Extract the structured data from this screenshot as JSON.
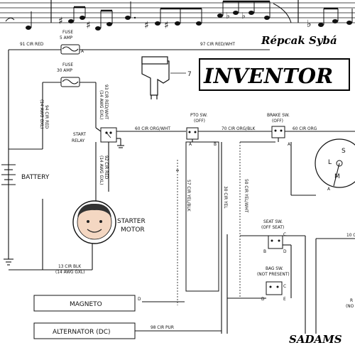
{
  "music": {
    "symbol": "music-staff"
  },
  "labels": {
    "wire_91": "91 CIR RED",
    "fuse5": "FUSE",
    "fuse5_amp": "5 AMP",
    "wire_97": "97 CIR RED/WHT",
    "signature_top": "Répcak Sybá",
    "fuse30": "FUSE",
    "fuse30_amp": "30 AMP",
    "callout_num": "7",
    "inventor": "INVENTOR",
    "wire_94a": "94 CIR RED",
    "wire_94b": "(14 AWG GXL)",
    "wire_93a": "93 CIR RED/WHT",
    "wire_93b": "(14 AWG GXL)",
    "start_relay_1": "START",
    "start_relay_2": "RELAY",
    "wire_60wht": "60 CIR ORG/WHT",
    "pto_1": "PTO SW.",
    "pto_2": "(OFF)",
    "wire_70": "70 CIR ORG/BLK",
    "brake_1": "BRAKE SW.",
    "brake_2": "(OFF)",
    "wire_60": "60 CIR ORG",
    "battery": "BATTERY",
    "wire_92a": "92 CIR RED",
    "wire_92b": "(14 AWG GXL)",
    "wire_57": "57 CIR YEL/BLK",
    "wire_30": "30 CIR YEL",
    "wire_50": "50 CIR YEL/WHT",
    "starter_1": "STARTER",
    "starter_2": "MOTOR",
    "seat_1": "SEAT SW.",
    "seat_2": "(OFF SEAT)",
    "wire_10": "10 C",
    "wire_13a": "13 CIR BLK",
    "wire_13b": "(14 AWG GXL)",
    "bag_1": "BAG SW.",
    "bag_2": "(NOT PRESENT)",
    "magneto": "MAGNETO",
    "alternator": "ALTERNATOR (DC)",
    "wire_98": "98 CIR PUR",
    "signature_bottom": "SADAMS",
    "right_r": "R",
    "right_no": "(NO",
    "term_a": "A",
    "term_b": "B",
    "term_c": "C",
    "term_d": "D",
    "term_e": "E",
    "term_s": "S",
    "term_l": "L",
    "term_m": "M"
  }
}
